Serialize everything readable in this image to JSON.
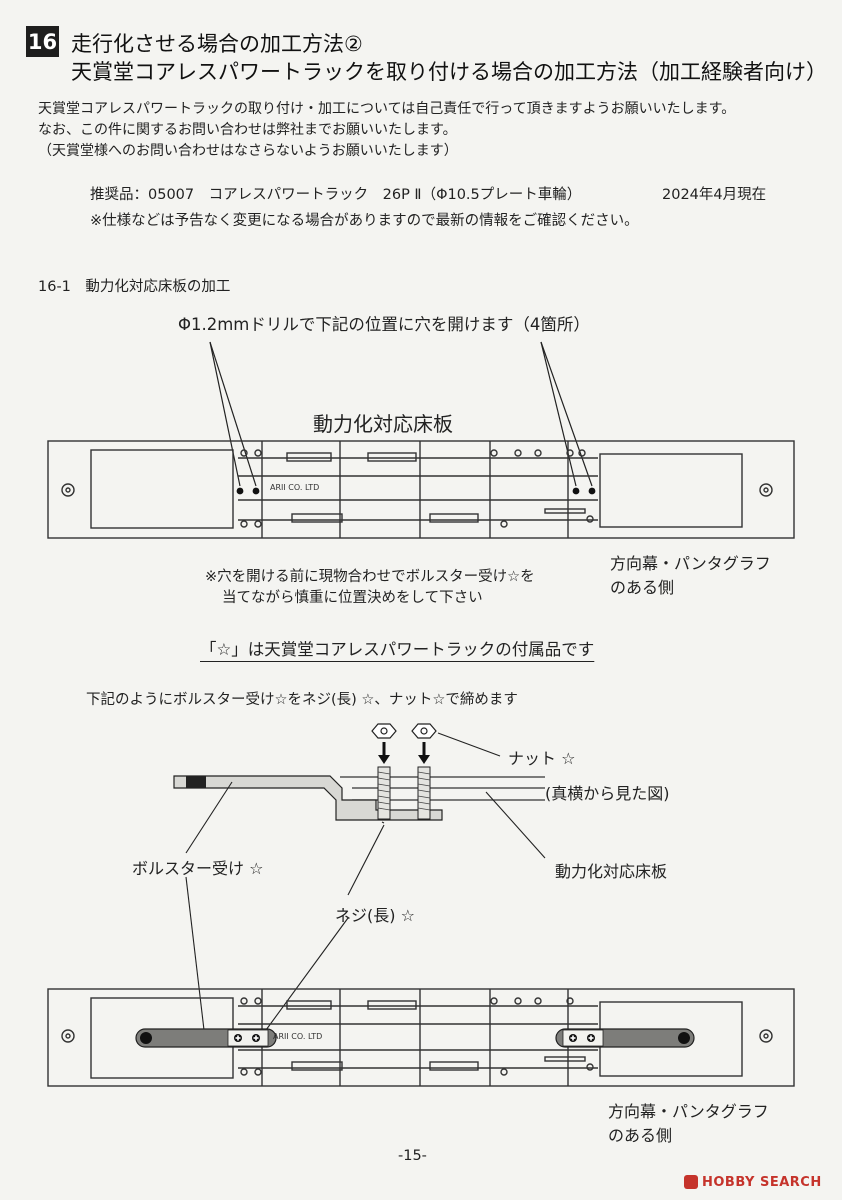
{
  "header": {
    "number": "16",
    "title_line1": "走行化させる場合の加工方法②",
    "title_line2": "天賞堂コアレスパワートラックを取り付ける場合の加工方法（加工経験者向け）"
  },
  "intro": {
    "line1": "天賞堂コアレスパワートラックの取り付け・加工については自己責任で行って頂きますようお願いいたします。",
    "line2": "なお、この件に関するお問い合わせは弊社までお願いいたします。",
    "line3": "（天賞堂様へのお問い合わせはなさらないようお願いいたします）"
  },
  "recommend": {
    "product": "推奨品：05007　コアレスパワートラック　26P Ⅱ（Φ10.5プレート車輪）",
    "date": "2024年4月現在",
    "note": "※仕様などは予告なく変更になる場合がありますので最新の情報をご確認ください。"
  },
  "section": {
    "heading": "16-1　動力化対応床板の加工",
    "drill_note": "Φ1.2mmドリルで下記の位置に穴を開けます（4箇所）",
    "floor_title": "動力化対応床板",
    "plate_marking": "ARII CO. LTD",
    "caution_line1": "※穴を開ける前に現物合わせでボルスター受け☆を",
    "caution_line2": "当てながら慎重に位置決めをして下さい",
    "side_label_line1": "方向幕・パンタグラフ",
    "side_label_line2": "のある側",
    "accessory_note": "「☆」は天賞堂コアレスパワートラックの付属品です",
    "fasten_note": "下記のようにボルスター受け☆をネジ(長) ☆、ナット☆で締めます"
  },
  "diagram": {
    "nut_label": "ナット ☆",
    "side_view_label": "(真横から見た図)",
    "floor_label": "動力化対応床板",
    "bolster_label": "ボルスター受け ☆",
    "screw_label": "ネジ(長) ☆",
    "side_label_line1": "方向幕・パンタグラフ",
    "side_label_line2": "のある側"
  },
  "footer": {
    "page": "-15-",
    "watermark": "HOBBY SEARCH"
  }
}
